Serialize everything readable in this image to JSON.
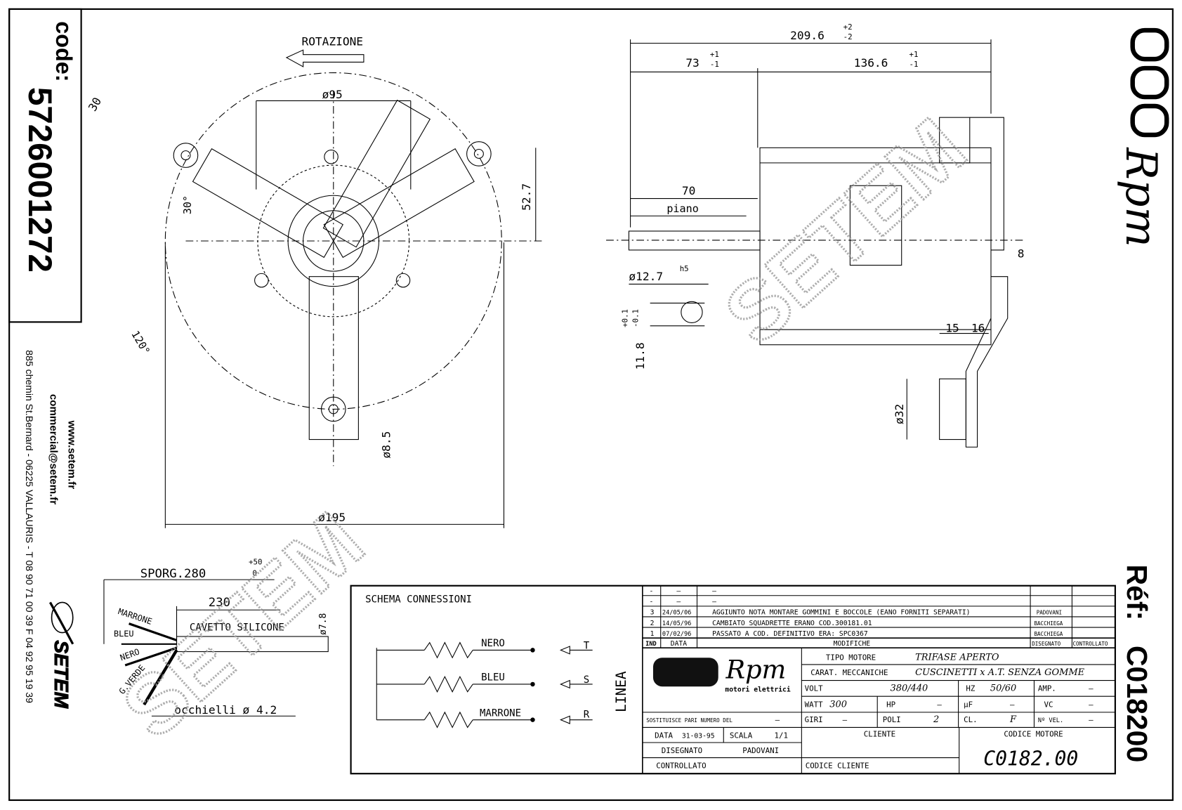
{
  "side_panel": {
    "code_label": "code:",
    "code_value": "5726001272",
    "website": "www.setem.fr",
    "email": "commercial@setem.fr",
    "address": "885 chemin St.Bernard  -  06225 VALLAURIS  -  T 08 90 71 00 39   F 04 92 95 19 39",
    "brand": "SETEM"
  },
  "right_panel": {
    "brand_logo": "Rpm",
    "ref_label": "Réf:",
    "ref_value": "C018200",
    "watermark": "SETEM"
  },
  "front_view": {
    "rotation_label": "ROTAZIONE",
    "dim_95": "ø95",
    "dim_30": "30",
    "angle_30": "30°",
    "angle_120": "120°",
    "dim_52_7": "52.7",
    "dim_8_5": "ø8.5",
    "dim_195": "ø195"
  },
  "side_view": {
    "dim_total": "209.6",
    "dim_total_tol_plus": "+2",
    "dim_total_tol_minus": "-2",
    "dim_73": "73",
    "dim_73_tol_plus": "+1",
    "dim_73_tol_minus": "-1",
    "dim_136_6": "136.6",
    "dim_136_tol_plus": "+1",
    "dim_136_tol_minus": "-1",
    "dim_70": "70",
    "piano": "piano",
    "shaft_dia": "ø12.7",
    "shaft_fit": "h5",
    "flat_tol_plus": "+0.1",
    "flat_tol_minus": "-0.1",
    "flat_dim": "11.8",
    "dim_8": "8",
    "dim_15": "15",
    "dim_16": "16",
    "dim_32": "ø32"
  },
  "cable": {
    "sporg": "SPORG.280",
    "sporg_tol_plus": "+50",
    "sporg_tol_minus": "0",
    "dim_230": "230",
    "cable_type": "CAVETTO SILICONE",
    "wires": [
      "MARRONE",
      "BLEU",
      "NERO",
      "G.VERDE"
    ],
    "eyelet": "occhielli ø 4.2",
    "dim_7_8": "ø7.8"
  },
  "schema": {
    "title": "SCHEMA CONNESSIONI",
    "windings": [
      {
        "color": "NERO",
        "phase": "T"
      },
      {
        "color": "BLEU",
        "phase": "S"
      },
      {
        "color": "MARRONE",
        "phase": "R"
      }
    ],
    "linea": "LINEA"
  },
  "revisions": {
    "rows": [
      {
        "ind": "-",
        "data": "–",
        "desc": "–",
        "by": "",
        "ctrl": ""
      },
      {
        "ind": "-",
        "data": "–",
        "desc": "–",
        "by": "",
        "ctrl": ""
      },
      {
        "ind": "3",
        "data": "24/05/06",
        "desc": "AGGIUNTO NOTA MONTARE GOMMINI E BOCCOLE (EANO FORNITI SEPARATI)",
        "by": "PADOVANI",
        "ctrl": ""
      },
      {
        "ind": "2",
        "data": "14/05/96",
        "desc": "CAMBIATO SQUADRETTE ERANO COD.300181.01",
        "by": "BACCHIEGA",
        "ctrl": ""
      },
      {
        "ind": "1",
        "data": "07/02/96",
        "desc": "PASSATO A COD. DEFINITIVO ERA: SPC0367",
        "by": "BACCHIEGA",
        "ctrl": ""
      }
    ],
    "header": {
      "ind": "IND",
      "data": "DATA",
      "desc": "MODIFICHE",
      "by": "DISEGNATO",
      "ctrl": "CONTROLLATO"
    }
  },
  "title_block": {
    "logo": "Rpm",
    "logo_sub": "motori elettrici",
    "tipo_motore_label": "TIPO MOTORE",
    "tipo_motore": "TRIFASE APERTO",
    "carat_label": "CARAT. MECCANICHE",
    "carat": "CUSCINETTI x A.T. SENZA GOMME",
    "volt_label": "VOLT",
    "volt": "380/440",
    "hz_label": "HZ",
    "hz": "50/60",
    "amp_label": "AMP.",
    "amp": "–",
    "watt_label": "WATT",
    "watt": "300",
    "hp_label": "HP",
    "hp": "–",
    "uf_label": "µF",
    "uf": "–",
    "vc_label": "VC",
    "vc": "–",
    "giri_label": "GIRI",
    "giri": "–",
    "poli_label": "POLI",
    "poli": "2",
    "cl_label": "CL.",
    "cl": "F",
    "nvel_label": "Nº VEL.",
    "nvel": "–",
    "sostituisce_label": "SOSTITUISCE PARI NUMERO DEL",
    "sostituisce": "–",
    "data_label": "DATA",
    "data": "31-03-95",
    "scala_label": "SCALA",
    "scala": "1/1",
    "disegnato_label": "DISEGNATO",
    "disegnato": "PADOVANI",
    "controllato_label": "CONTROLLATO",
    "cliente_label": "CLIENTE",
    "codice_cliente_label": "CODICE CLIENTE",
    "codice_motore_label": "CODICE MOTORE",
    "codice_motore": "C0182.00"
  }
}
